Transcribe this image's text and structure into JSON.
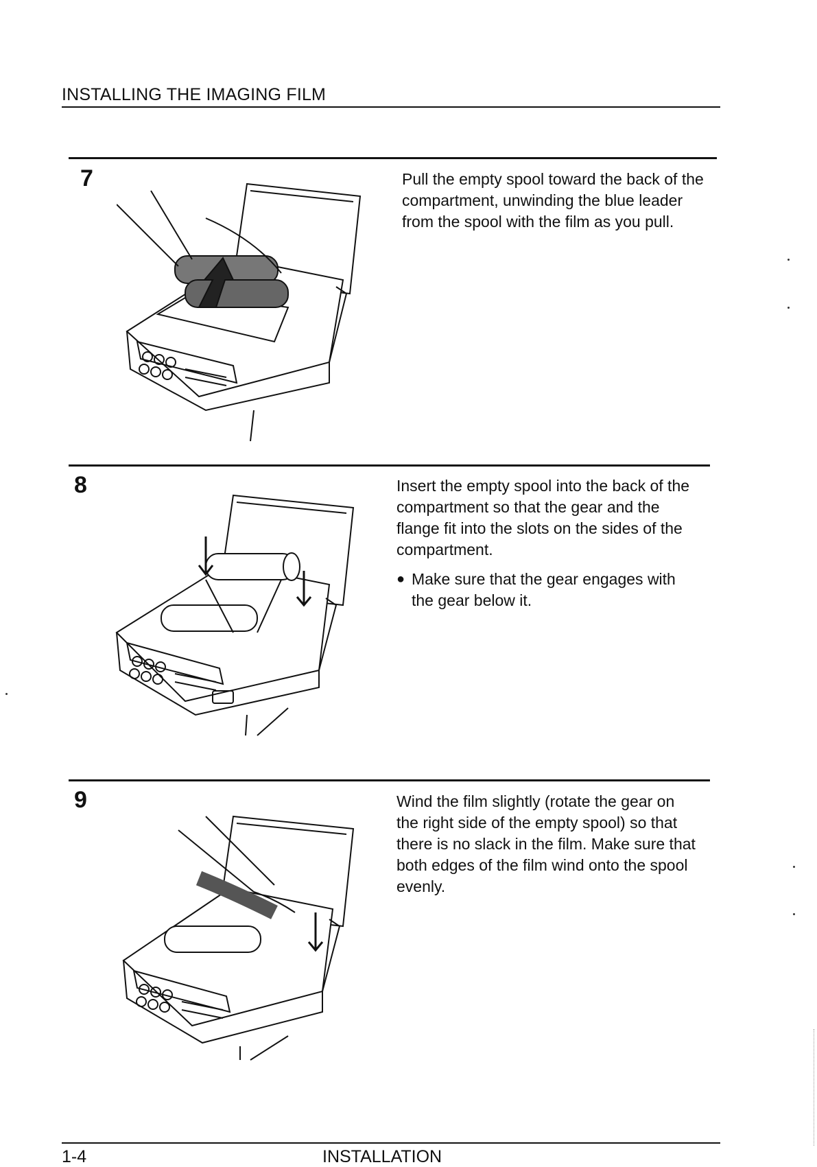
{
  "header": {
    "title": "INSTALLING THE IMAGING FILM"
  },
  "steps": [
    {
      "number": "7",
      "text": "Pull the empty spool toward the back of the compartment, unwinding the blue leader from the spool with the film as you pull.",
      "bullets": []
    },
    {
      "number": "8",
      "text": "Insert the empty spool into the back of the compartment so that the gear and the flange fit into the slots on the sides of the compartment.",
      "bullets": [
        "Make sure that the gear engages with the gear below it."
      ]
    },
    {
      "number": "9",
      "text": "Wind the film slightly (rotate the gear on the right side of the empty spool) so that there is no slack in the film. Make sure that both edges of the film wind onto the spool evenly.",
      "bullets": []
    }
  ],
  "footer": {
    "page_number": "1-4",
    "section": "INSTALLATION"
  },
  "colors": {
    "ink": "#111111",
    "paper": "#ffffff",
    "shade": "#777777"
  }
}
